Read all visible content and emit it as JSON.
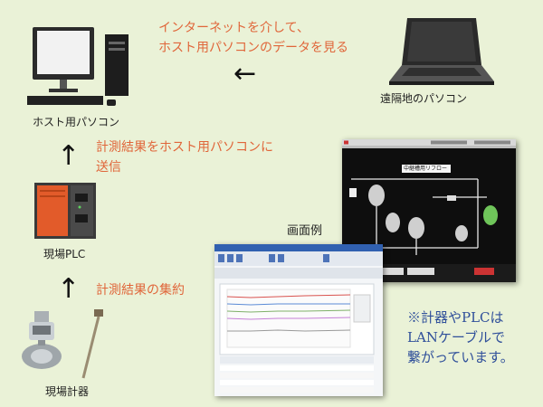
{
  "message_top": [
    "インターネットを介して、",
    "ホスト用パソコンのデータを見る"
  ],
  "arrow_left": "←",
  "arrow_up_1": "↑",
  "arrow_up_2": "↑",
  "labels": {
    "host_pc": "ホスト用パソコン",
    "remote_pc": "遠隔地のパソコン",
    "plc": "現場PLC",
    "field_meter": "現場計器",
    "screen_example": "画面例"
  },
  "message_plc": [
    "計測結果をホスト用パソコンに",
    "送信"
  ],
  "message_meter": "計測結果の集約",
  "note": [
    "※計器やPLCは",
    "LANケーブルで",
    "繋がっています。"
  ],
  "screen_flow_title": "中継槽用リフロー",
  "colors": {
    "orange": "#e0663a",
    "blue": "#2f4f9a",
    "background": "#eaf2d7"
  }
}
